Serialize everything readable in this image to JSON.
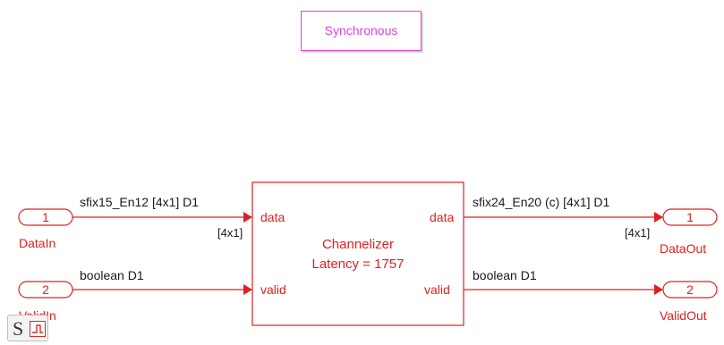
{
  "annotation": {
    "label": "Synchronous"
  },
  "subsystem": {
    "name": "Channelizer",
    "latency": "Latency = 1757"
  },
  "ports": {
    "in1": {
      "num": "1",
      "name": "DataIn"
    },
    "in2": {
      "num": "2",
      "name": "ValidIn"
    },
    "out1": {
      "num": "1",
      "name": "DataOut"
    },
    "out2": {
      "num": "2",
      "name": "ValidOut"
    }
  },
  "subsystem_ports": {
    "in_data": "data",
    "in_valid": "valid",
    "out_data": "data",
    "out_valid": "valid"
  },
  "signals": {
    "in1_type": "sfix15_En12 [4x1] D1",
    "in1_dim": "[4x1]",
    "in2_type": "boolean D1",
    "out1_type": "sfix24_En20 (c) [4x1] D1",
    "out1_dim": "[4x1]",
    "out2_type": "boolean D1"
  },
  "badge_icon": "sample-time-legend-icon",
  "colors": {
    "signal": "#e02020",
    "annotation": "#e040e0",
    "text": "#1a1a1a"
  }
}
